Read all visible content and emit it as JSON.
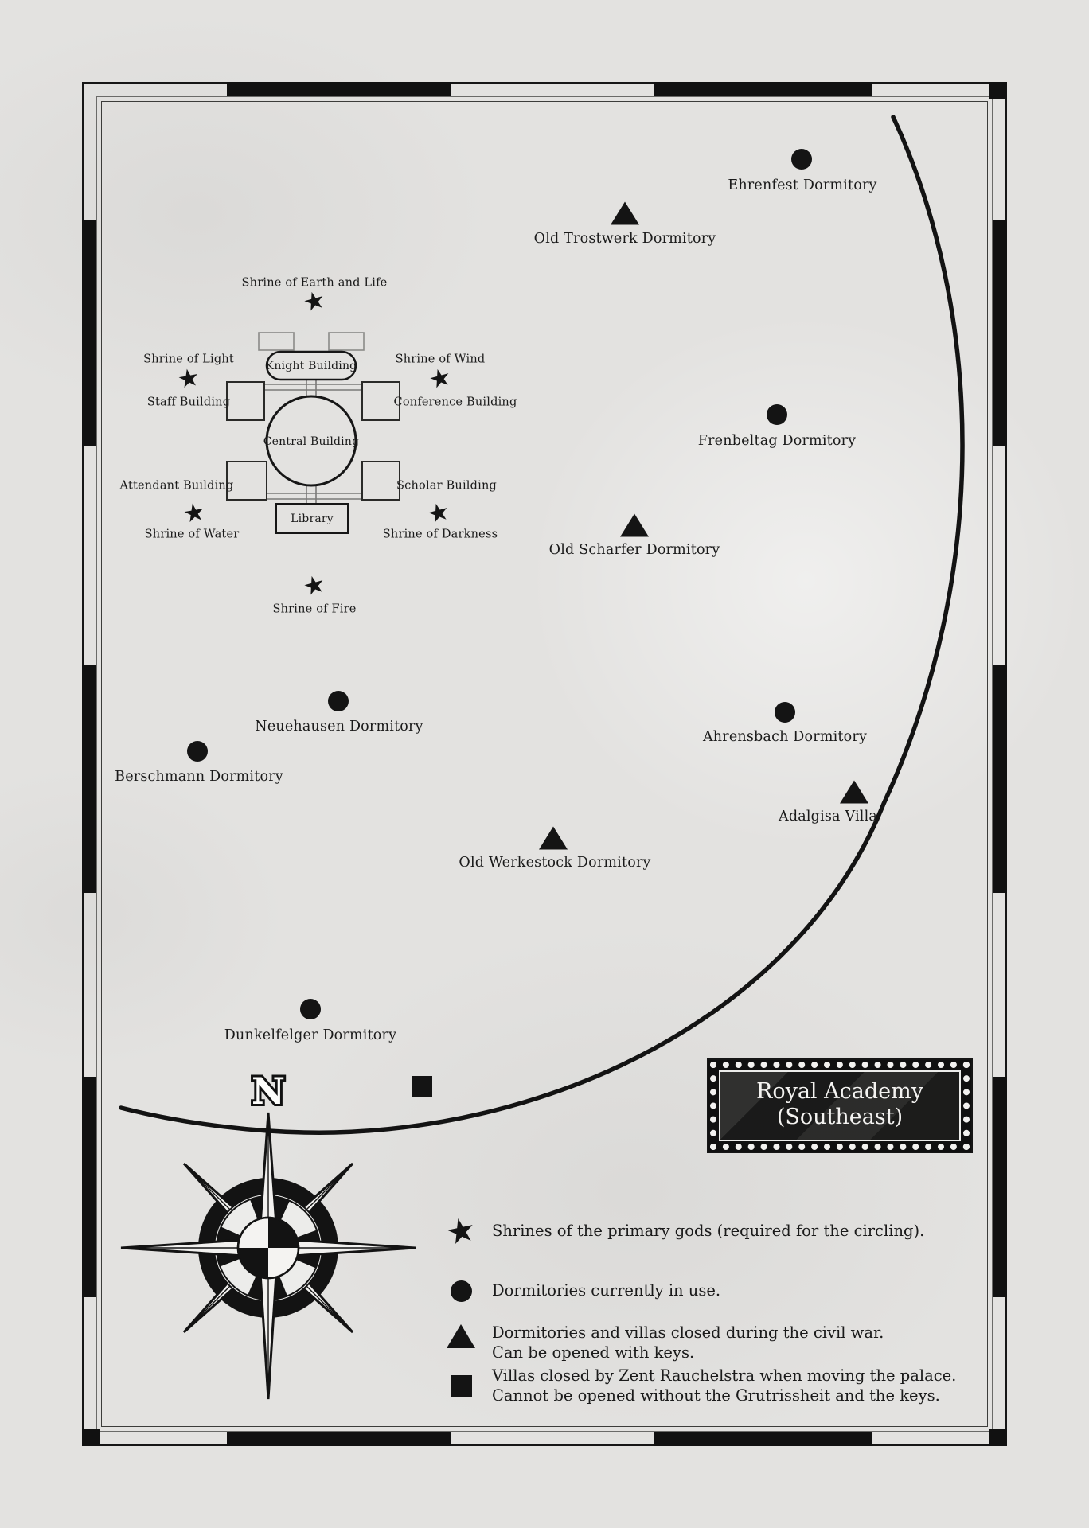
{
  "map_title": {
    "line1": "Royal Academy",
    "line2": "(Southeast)"
  },
  "compass": {
    "north_label": "N"
  },
  "buildings": {
    "knight": "Knight Building",
    "central": "Central Building",
    "staff": "Staff Building",
    "conference": "Conference Building",
    "attendant": "Attendant Building",
    "scholar": "Scholar Building",
    "library": "Library"
  },
  "shrines": {
    "earth": "Shrine of Earth and Life",
    "light": "Shrine of Light",
    "wind": "Shrine of Wind",
    "water": "Shrine of Water",
    "darkness": "Shrine of Darkness",
    "fire": "Shrine of Fire"
  },
  "sites": {
    "ehrenfest": "Ehrenfest Dormitory",
    "old_trostwerk": "Old Trostwerk Dormitory",
    "frenbeltag": "Frenbeltag Dormitory",
    "old_scharfer": "Old Scharfer Dormitory",
    "neuehausen": "Neuehausen Dormitory",
    "berschmann": "Berschmann Dormitory",
    "ahrensbach": "Ahrensbach Dormitory",
    "adalgisa": "Adalgisa Villa",
    "old_werkestock": "Old Werkestock Dormitory",
    "dunkelfelger": "Dunkelfelger Dormitory"
  },
  "legend": {
    "shrine_star": "Shrines of the primary gods (required for the circling).",
    "dorm_circle": "Dormitories currently in use.",
    "closed_triangle_line1": "Dormitories and villas closed during the civil war.",
    "closed_triangle_line2": "Can be opened with keys.",
    "villa_square_line1": "Villas closed by Zent Rauchelstra when moving the palace.",
    "villa_square_line2": "Cannot be opened without the Grutrissheit and the keys."
  },
  "colors": {
    "ink": "#141414",
    "paper": "#e3e2e0",
    "title_bg": "#232322",
    "title_text": "#f4f3f1"
  }
}
